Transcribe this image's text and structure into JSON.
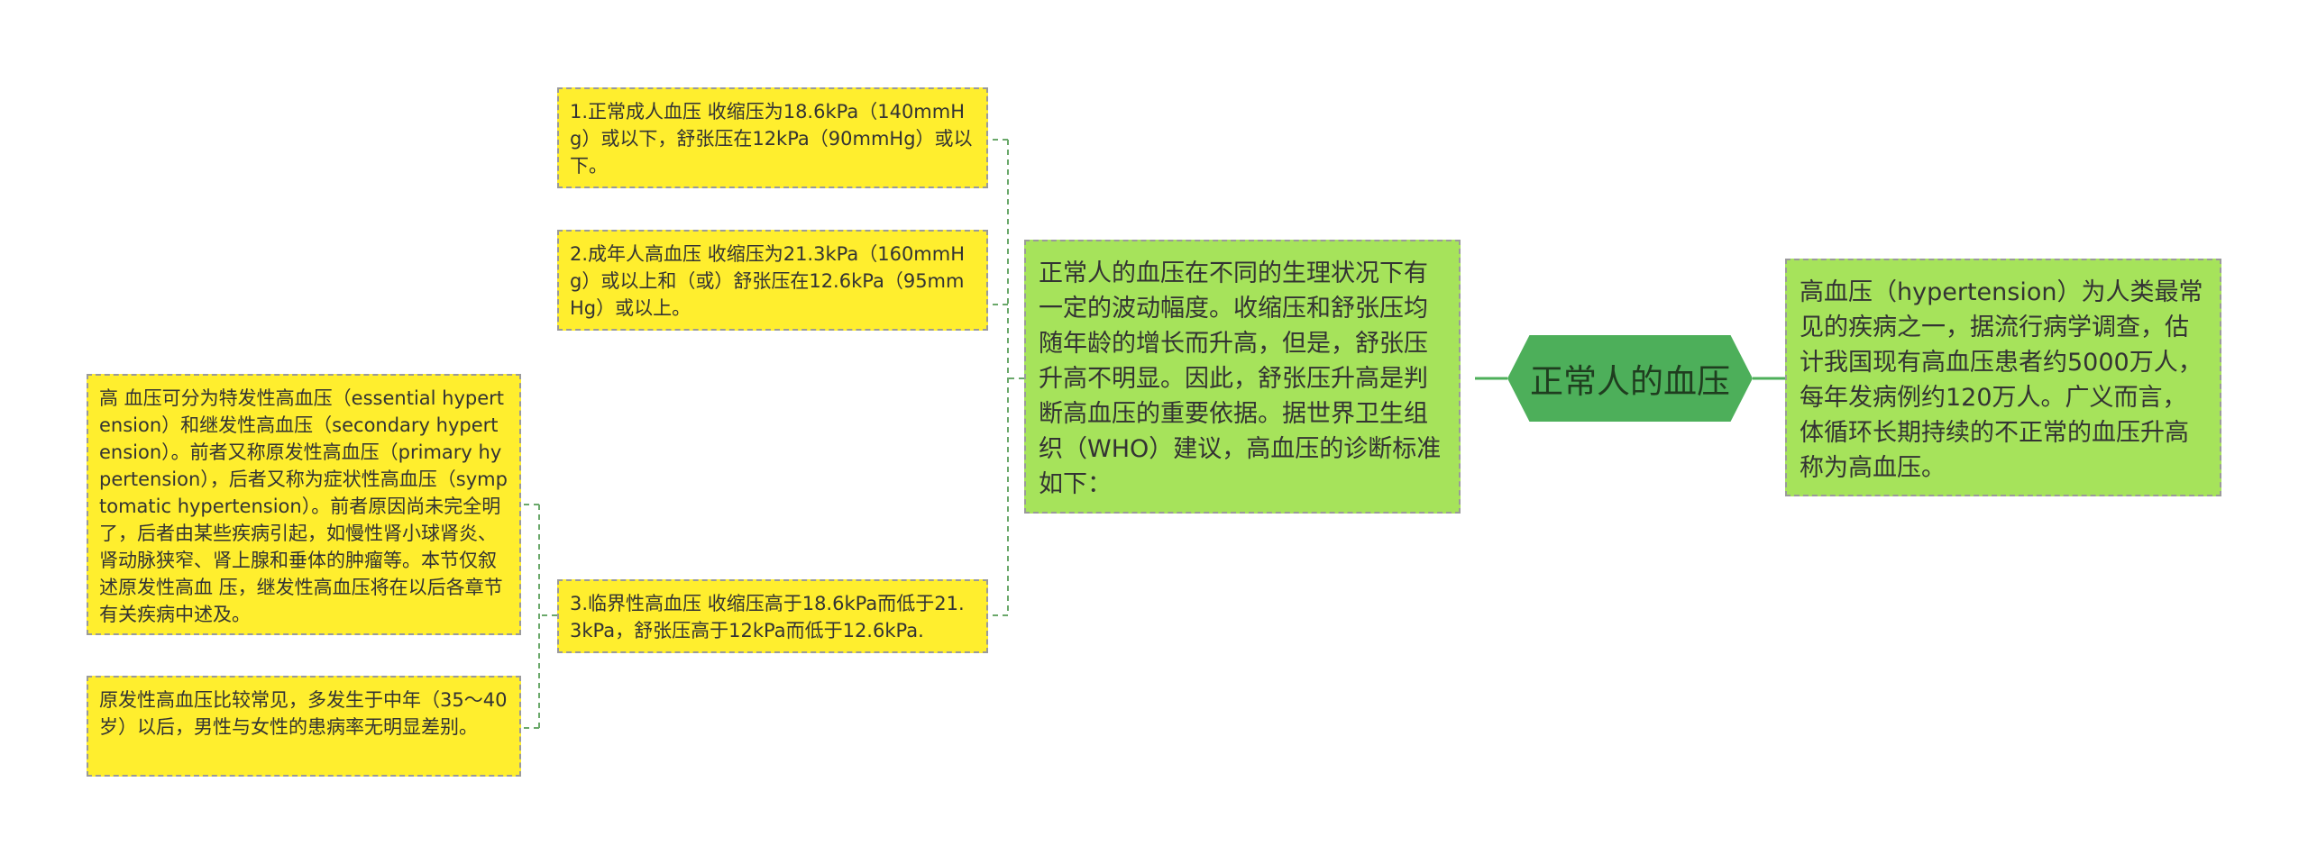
{
  "center": {
    "label": "正常人的血压"
  },
  "right": {
    "text": "高血压（hypertension）为人类最常见的疾病之一，据流行病学调查，估计我国现有高血压患者约5000万人，每年发病例约120万人。广义而言，体循环长期持续的不正常的血压升高称为高血压。"
  },
  "mid": {
    "text": "正常人的血压在不同的生理状况下有一定的波动幅度。收缩压和舒张压均随年龄的增长而升高，但是，舒张压升高不明显。因此，舒张压升高是判断高血压的重要依据。据世界卫生组织（WHO）建议，高血压的诊断标准如下："
  },
  "criteria": [
    {
      "text": "1.正常成人血压 收缩压为18.6kPa（140mmHg）或以下，舒张压在12kPa（90mmHg）或以下。"
    },
    {
      "text": "2.成年人高血压 收缩压为21.3kPa（160mmHg）或以上和（或）舒张压在12.6kPa（95mmHg）或以上。"
    },
    {
      "text": "3.临界性高血压 收缩压高于18.6kPa而低于21.3kPa，舒张压高于12kPa而低于12.6kPa."
    }
  ],
  "details": [
    {
      "text": "高 血压可分为特发性高血压（essential hypertension）和继发性高血压（secondary hypertension）。前者又称原发性高血压（primary hypertension），后者又称为症状性高血压（symptomatic hypertension）。前者原因尚未完全明了，后者由某些疾病引起，如慢性肾小球肾炎、肾动脉狭窄、肾上腺和垂体的肿瘤等。本节仅叙述原发性高血 压，继发性高血压将在以后各章节有关疾病中述及。"
    },
    {
      "text": "原发性高血压比较常见，多发生于中年（35～40岁）以后，男性与女性的患病率无明显差别。"
    }
  ],
  "colors": {
    "center_fill": "#4daf5a",
    "mid_fill": "#a6e35b",
    "leaf_fill": "#ffee2e",
    "center_connector": "#4daf5a",
    "dashed_connector": "#6aa86a"
  }
}
